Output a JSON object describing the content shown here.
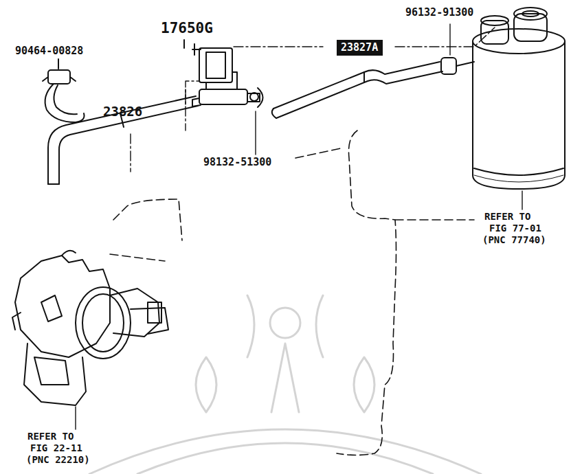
{
  "diagram": {
    "nodes": [
      {
        "text": [
          "23827A"
        ]
      }
    ],
    "labels": [
      "90464-00828",
      "17650G",
      "23826",
      "98132-51300",
      "96132-91300",
      "REFER TO",
      "FIG 77-01",
      "(PNC 77740)",
      "REFER TO",
      "FIG 22-11",
      "(PNC 22210)"
    ]
  }
}
